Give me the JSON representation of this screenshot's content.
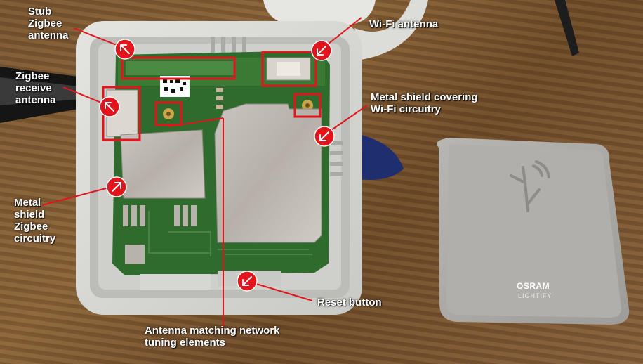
{
  "labels": {
    "stub_zigbee_antenna": "Stub\nZigbee\nantenna",
    "wifi_antenna": "Wi-Fi antenna",
    "zigbee_receive_antenna": "Zigbee\nreceive\nantenna",
    "metal_shield_wifi": "Metal shield covering\nWi-Fi circuitry",
    "metal_shield_zigbee": "Metal\nshield\nZigbee\ncircuitry",
    "reset_button": "Reset button",
    "antenna_matching_network": "Antenna matching network\ntuning elements"
  },
  "device_lid": {
    "brand": "OSRAM",
    "product": "LIGHTIFY"
  },
  "colors": {
    "callout_red": "#e3141b",
    "label_text": "#ffffff",
    "pcb_green": "#2f6b2c",
    "housing_gray": "#d9d9d6",
    "wood_brown": "#7a5631"
  }
}
